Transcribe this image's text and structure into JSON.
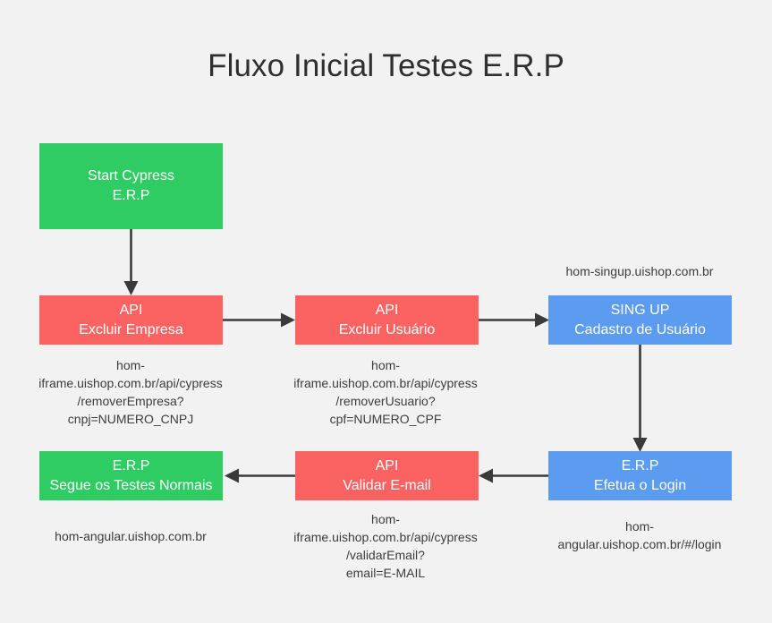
{
  "page": {
    "title": "Fluxo Inicial Testes E.R.P",
    "background_color": "#f2f2f2"
  },
  "colors": {
    "green": "#2ecc63",
    "red": "#fb6362",
    "blue": "#5b9bf0",
    "arrow": "#3a3a3a",
    "text_dark": "#3c3c3c",
    "node_text": "#ffffff"
  },
  "nodes": [
    {
      "id": "start-cypress",
      "color": "green",
      "line1": "Start Cypress",
      "line2": "E.R.P",
      "caption": ""
    },
    {
      "id": "api-excluir-empresa",
      "color": "red",
      "line1": "API",
      "line2": "Excluir Empresa",
      "caption": "hom-iframe.uishop.com.br/api/cypress/removerEmpresa?cnpj=NUMERO_CNPJ"
    },
    {
      "id": "api-excluir-usuario",
      "color": "red",
      "line1": "API",
      "line2": "Excluir Usuário",
      "caption": "hom-iframe.uishop.com.br/api/cypress/removerUsuario?cpf=NUMERO_CPF"
    },
    {
      "id": "sing-up",
      "color": "blue",
      "line1": "SING UP",
      "line2": "Cadastro de Usuário",
      "caption": "hom-singup.uishop.com.br"
    },
    {
      "id": "erp-login",
      "color": "blue",
      "line1": "E.R.P",
      "line2": "Efetua o Login",
      "caption": "hom-angular.uishop.com.br/#/login"
    },
    {
      "id": "api-validar-email",
      "color": "red",
      "line1": "API",
      "line2": "Validar E-mail",
      "caption": "hom-iframe.uishop.com.br/api/cypress/validarEmail?email=E-MAIL"
    },
    {
      "id": "erp-testes-normais",
      "color": "green",
      "line1": "E.R.P",
      "line2": "Segue os Testes Normais",
      "caption": "hom-angular.uishop.com.br"
    }
  ],
  "captions": {
    "del_company_lines": [
      "hom-",
      "iframe.uishop.com.br/api/cypress",
      "/removerEmpresa?",
      "cnpj=NUMERO_CNPJ"
    ],
    "del_user_lines": [
      "hom-",
      "iframe.uishop.com.br/api/cypress",
      "/removerUsuario?",
      "cpf=NUMERO_CPF"
    ],
    "signup_lines": [
      "hom-singup.uishop.com.br"
    ],
    "login_lines": [
      "hom-",
      "angular.uishop.com.br/#/login"
    ],
    "valid_mail_lines": [
      "hom-",
      "iframe.uishop.com.br/api/cypress",
      "/validarEmail?",
      "email=E-MAIL"
    ],
    "normal_lines": [
      "hom-angular.uishop.com.br"
    ]
  },
  "edges": [
    {
      "id": "start-to-excluir-empresa",
      "from": "start-cypress",
      "to": "api-excluir-empresa",
      "direction": "down"
    },
    {
      "id": "excluir-empresa-to-excluir-usuario",
      "from": "api-excluir-empresa",
      "to": "api-excluir-usuario",
      "direction": "right"
    },
    {
      "id": "excluir-usuario-to-sing-up",
      "from": "api-excluir-usuario",
      "to": "sing-up",
      "direction": "right"
    },
    {
      "id": "sing-up-to-erp-login",
      "from": "sing-up",
      "to": "erp-login",
      "direction": "down"
    },
    {
      "id": "erp-login-to-validar-email",
      "from": "erp-login",
      "to": "api-validar-email",
      "direction": "left"
    },
    {
      "id": "validar-email-to-testes-normais",
      "from": "api-validar-email",
      "to": "erp-testes-normais",
      "direction": "left"
    }
  ]
}
